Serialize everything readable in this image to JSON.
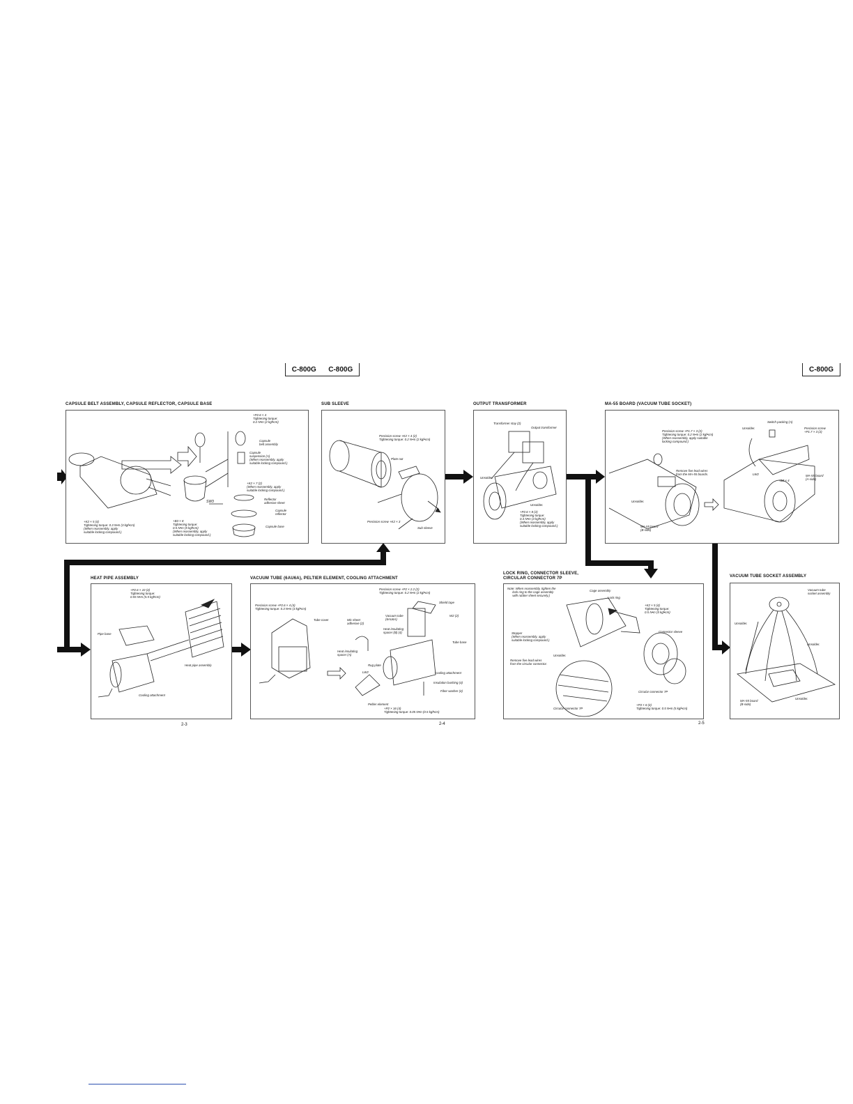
{
  "header": {
    "left_model_a": "C-800G",
    "left_model_b": "C-800G",
    "right_model": "C-800G"
  },
  "sections": {
    "capsule": {
      "title": "CAPSULE BELT ASSEMBLY, CAPSULE REFLECTOR, CAPSULE BASE",
      "labels": {
        "screw_top": "+P2.6 × 4\nTightening torque:\n0.2 N•m (2 kgf•cm)",
        "capsule_belt": "Capsule\nbelt assembly",
        "capsule_susp": "Capsule\nsuspension (A)\n(When reassembly, apply\nsuitable locking compound.)",
        "k2x7": "+K2 × 7 (2)\n(When reassembly, apply\nsuitable locking compound.)",
        "sw3": "SW3",
        "reflector_sheet": "Reflector\nadhesive sheet",
        "capsule_reflector": "Capsule\nreflector",
        "capsule_base": "Capsule base",
        "k2x5": "+K2 × 5 (4)\nTightening torque: 0.3 N•m (3 kgf•cm)\n(When reassembly, apply\nsuitable locking compound.)",
        "b3x8": "+B3 × 8\nTightening torque:\n0.5 N•m (5 kgf•cm)\n(When reassembly, apply\nsuitable locking compound.)"
      }
    },
    "sub_sleeve": {
      "title": "SUB SLEEVE",
      "labels": {
        "precision_k2x4": "Precision screw +K2 × 4 (2)\nTightening torque: 0.2 N•m (2 kgf•cm)",
        "plate_nut": "Plate nut",
        "precision_k2x3": "Precision screw +K2 × 3",
        "sub_sleeve": "Sub sleeve"
      }
    },
    "output_transformer": {
      "title": "OUTPUT TRANSFORMER",
      "labels": {
        "transformer_stay": "Transformer stay (2)",
        "output_transformer": "Output transformer",
        "unsolder_left": "Unsolder.",
        "unsolder_right": "Unsolder.",
        "p26x8": "+P2.6 × 8 (2)\nTightening torque:\n0.3 N•m (3 kgf•cm)\n(When reassembly, apply\nsuitable locking compound.)"
      }
    },
    "ma55": {
      "title": "MA-55 BOARD (VACUUM TUBE SOCKET)",
      "labels": {
        "switch_packing": "Switch packing (A)",
        "precision_p17_left": "Precision screw +P1.7 × 3 (2)\nTightening torque: 0.2 N•m (2 kgf•cm)\n(When reassembly, apply suitable\nlocking compound.)",
        "unsolder_top": "Unsolder.",
        "precision_p17_right": "Precision screw\n+P1.7 × 3 (2)",
        "remove_wires": "Remove five lead wires\nfrom the MA-55 boards.",
        "lw2": "LW2",
        "bz4": "+BZ × 4",
        "ma55_a": "MA-55 board\n(A-side)",
        "unsolder_left": "Unsolder.",
        "ma55_b": "MA-55 board\n(B-side)"
      }
    },
    "heat_pipe": {
      "title": "HEAT PIPE ASSEMBLY",
      "labels": {
        "p26x10": "+P2.6 × 10 (4)\nTightening torque:\n0.55 N•m (5.5 kgf•cm)",
        "pipe_base": "Pipe base",
        "heat_pipe_assy": "Heat pipe assembly",
        "cooling_attachment": "Cooling attachment"
      }
    },
    "vacuum_tube": {
      "title": "VACUUM TUBE (6AU6A), PELTIER ELEMENT, COOLING ATTACHMENT",
      "labels": {
        "precision_p2x22": "Precision screw +P2 × 2.2 (2)\nTightening torque: 0.2 N•m (2 kgf•cm)",
        "shield_tape": "Shield tape",
        "precision_p26x4": "Precision screw +P2.6 × 4 (4)\nTightening torque: 0.3 N•m (3 kgf•cm)",
        "tube_cover": "Tube cover",
        "vacuum_tube": "Vacuum tube\n(6AU6A)",
        "w2": "W2 (2)",
        "mic_sheet": "Mic sheet\nadhesive (2)",
        "heat_spacer_b": "Heat insulating\nspacer (B) (4)",
        "tube_base": "Tube base",
        "heat_spacer_a": "Heat insulating\nspacer (A)",
        "rug_plate": "Rug plate",
        "lw2": "LW2",
        "cooling_attachment": "Cooling attachment",
        "insulation_bushing": "Insulation bushing (4)",
        "fiber_washer": "Fiber washer (4)",
        "peltier": "Peltier element",
        "p2x16": "+P2 × 16 (4)\nTightening torque: 0.05 N•m (0.5 kgf•cm)"
      }
    },
    "lock_ring": {
      "title": "LOCK RING, CONNECTOR SLEEVE,\nCIRCULAR CONNECTOR 7P",
      "labels": {
        "note": "Note: When reassembly, tighten the\n      lock ring to the cage assembly\n      with rubber sheet securely.)",
        "cage_assembly": "Cage assembly",
        "lock_ring": "Lock ring",
        "k2x5": "+K2 × 5 (4)\nTightening torque:\n0.5 N•m (5 kgf•cm)",
        "connector_sleeve": "Connector sleeve",
        "stopper": "Stopper\n(When reassembly, apply\nsuitable locking compound.)",
        "unsolder": "Unsolder.",
        "remove_wires": "Remove five lead wires\nfrom the circular connector.",
        "circ_7p_right": "Circular connector 7P",
        "p3x6": "+P3 × 6 (4)\nTightening torque: 0.5 N•m (5 kgf•cm)",
        "circ_7p_bottom": "Circular connector 7P"
      }
    },
    "socket": {
      "title": "VACUUM TUBE SOCKET ASSEMBLY",
      "labels": {
        "socket_assy": "Vacuum tube\nsocket assembly",
        "unsolder_left": "Unsolder.",
        "unsolder_right": "Unsolder.",
        "unsolder_bottom": "Unsolder.",
        "ma55_b": "MA-55 board\n(B-side)"
      }
    }
  },
  "page_numbers": {
    "p1": "2-3",
    "p2": "2-4",
    "p3": "2-5"
  },
  "colors": {
    "line": "#111111",
    "panel_border": "#555555",
    "footer_rule": "#2b4fb0"
  }
}
